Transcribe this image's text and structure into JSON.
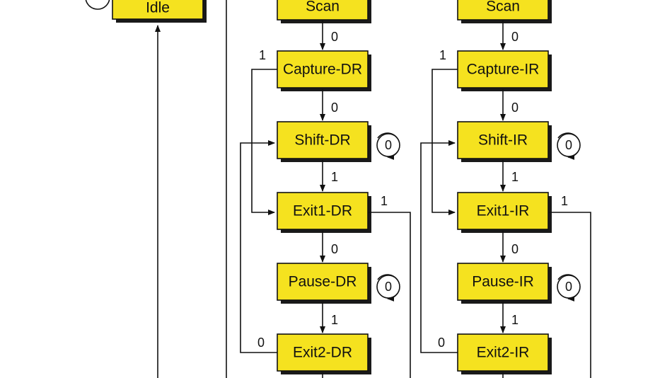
{
  "states": {
    "idle": "Idle",
    "dr_scan": "Scan",
    "dr_capture": "Capture-DR",
    "dr_shift": "Shift-DR",
    "dr_exit1": "Exit1-DR",
    "dr_pause": "Pause-DR",
    "dr_exit2": "Exit2-DR",
    "ir_scan": "Scan",
    "ir_capture": "Capture-IR",
    "ir_shift": "Shift-IR",
    "ir_exit1": "Exit1-IR",
    "ir_pause": "Pause-IR",
    "ir_exit2": "Exit2-IR"
  },
  "labels": {
    "zero": "0",
    "one": "1"
  },
  "colors": {
    "box_fill": "#f5e21f",
    "line": "#111111"
  }
}
